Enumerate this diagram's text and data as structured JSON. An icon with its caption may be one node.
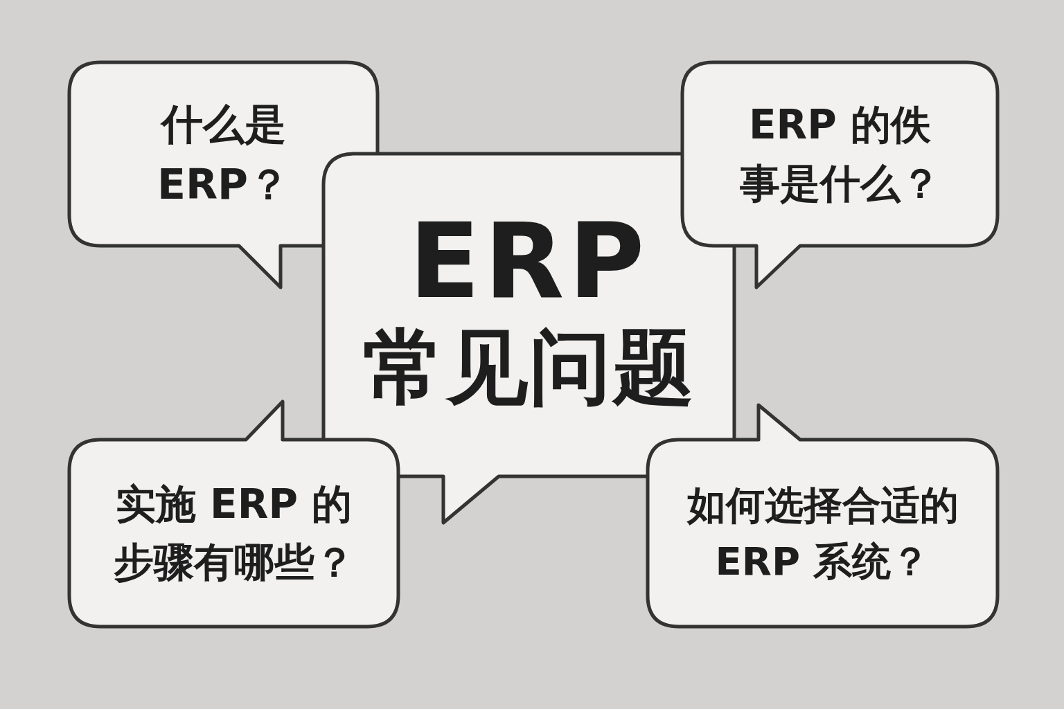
{
  "diagram": {
    "nodes": [
      {
        "text": [
          "什么是ERP？"
        ]
      },
      {
        "text": [
          "ERP",
          "常见问题"
        ]
      },
      {
        "text": [
          "ERP 的佚事是什么？"
        ]
      },
      {
        "text": [
          "实施 ERP 的步骤有哪些？"
        ]
      },
      {
        "text": [
          "如何选择合适的 ERP 系统？"
        ]
      }
    ]
  }
}
